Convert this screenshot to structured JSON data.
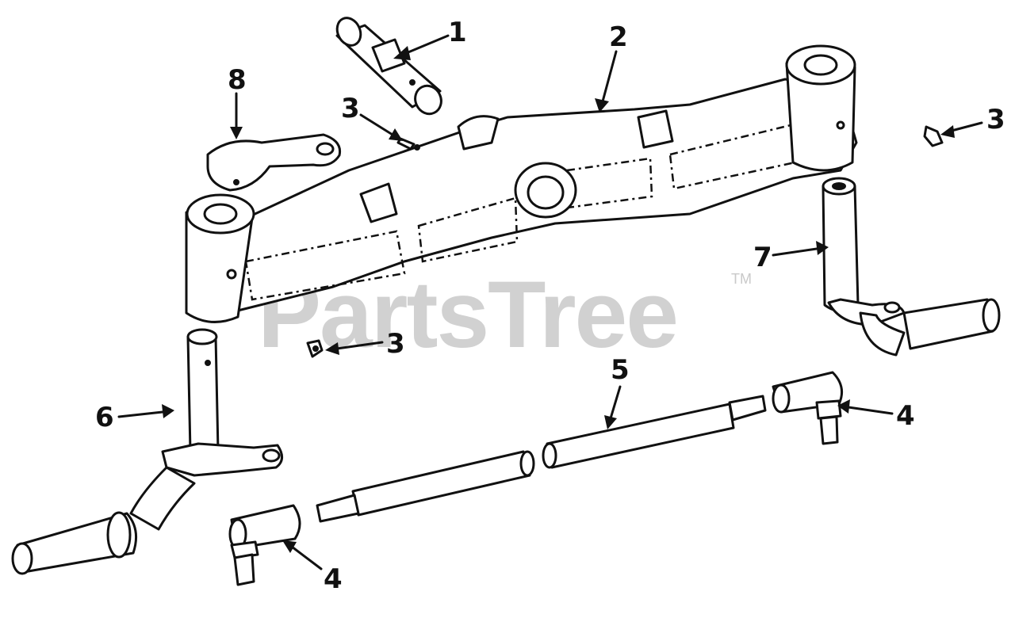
{
  "diagram": {
    "watermark": "PartsTree",
    "trademark": "TM",
    "callouts": {
      "c1": "1",
      "c2": "2",
      "c3a": "3",
      "c3b": "3",
      "c3c": "3",
      "c4a": "4",
      "c4b": "4",
      "c5": "5",
      "c6": "6",
      "c7": "7",
      "c8": "8"
    }
  }
}
